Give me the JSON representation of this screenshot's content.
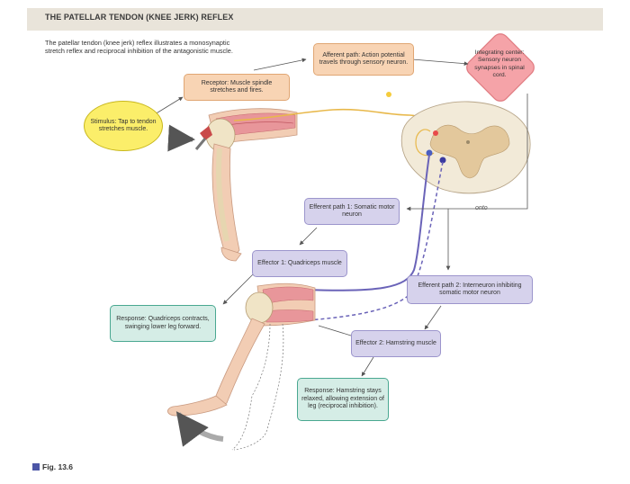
{
  "title": "THE PATELLAR TENDON (KNEE JERK) REFLEX",
  "intro": "The patellar tendon (knee jerk) reflex illustrates a monosynaptic stretch reflex and reciprocal inhibition of the antagonistic muscle.",
  "stimulus": "Stimulus: Tap to tendon stretches muscle.",
  "receptor": "Receptor: Muscle spindle stretches and fires.",
  "afferent": "Afferent path: Action potential travels through sensory neuron.",
  "integrating": "Integrating center: Sensory neuron synapses in spinal cord.",
  "efferent1": "Efferent path 1: Somatic motor neuron",
  "onto": "onto",
  "efferent2": "Efferent path 2: Interneuron inhibiting somatic motor neuron",
  "effector1": "Effector 1: Quadriceps muscle",
  "effector2": "Effector 2: Hamstring muscle",
  "response1": "Response: Quadriceps contracts, swinging lower leg forward.",
  "response2": "Response: Hamstring stays relaxed, allowing extension of leg (reciprocal inhibition).",
  "figure_label": "Fig. 13.6",
  "colors": {
    "header_band": "#e9e4da",
    "peach_box": "#f8d4b4",
    "lavender_box": "#d6d2ec",
    "mint_box": "#d5ede6",
    "stimulus_yellow": "#fbee6a",
    "integrating_pink": "#f5a3a8",
    "motor_neuron": "#6a63b8",
    "sensory_neuron": "#e8b84a"
  }
}
